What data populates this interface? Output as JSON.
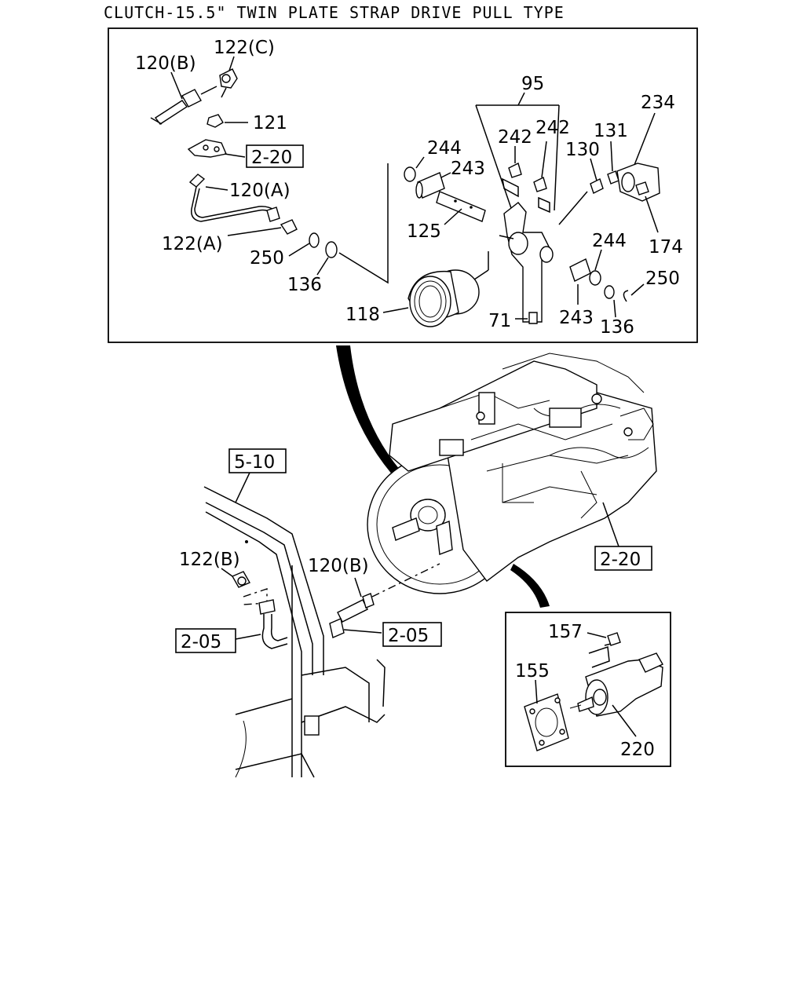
{
  "title": "CLUTCH-15.5\" TWIN PLATE STRAP DRIVE PULL TYPE",
  "labels": {
    "p120B_top": "120(B)",
    "p122C": "122(C)",
    "p121": "121",
    "ref_2_20_top": "2-20",
    "p120A": "120(A)",
    "p122A": "122(A)",
    "p250_left": "250",
    "p136_left": "136",
    "p244_top": "244",
    "p243_top": "243",
    "p125": "125",
    "p118": "118",
    "p95": "95",
    "p242_a": "242",
    "p242_b": "242",
    "p130": "130",
    "p131": "131",
    "p234": "234",
    "p174": "174",
    "p244_right": "244",
    "p250_right": "250",
    "p71": "71",
    "p243_bottom": "243",
    "p136_right": "136",
    "ref_5_10": "5-10",
    "p122B": "122(B)",
    "p120B_mid": "120(B)",
    "ref_2_05_left": "2-05",
    "ref_2_05_right": "2-05",
    "ref_2_20_mid": "2-20",
    "p157": "157",
    "p155": "155",
    "p220": "220"
  }
}
